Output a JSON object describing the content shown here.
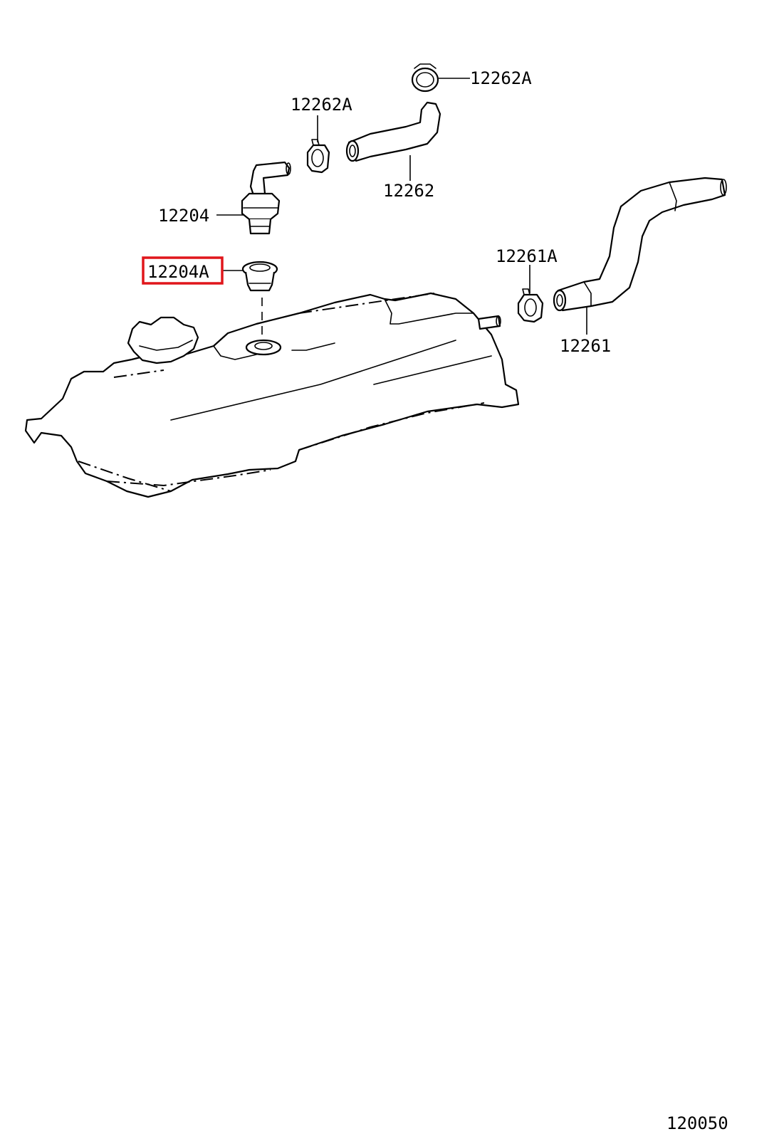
{
  "parts": [
    {
      "id": "clamp-top",
      "label": "12262A"
    },
    {
      "id": "clamp-mid",
      "label": "12262A"
    },
    {
      "id": "hose-upper",
      "label": "12262"
    },
    {
      "id": "pcv-valve",
      "label": "12204"
    },
    {
      "id": "grommet",
      "label": "12204A",
      "highlighted": true
    },
    {
      "id": "clamp-right",
      "label": "12261A"
    },
    {
      "id": "hose-right",
      "label": "12261"
    }
  ],
  "reference_code": "120050",
  "colors": {
    "highlight": "#e0161b",
    "line": "#000000"
  }
}
